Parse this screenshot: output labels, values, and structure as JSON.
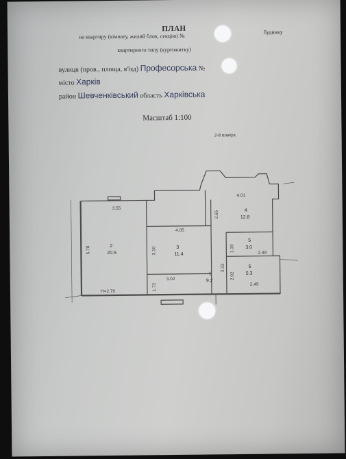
{
  "header": {
    "title": "ПЛАН",
    "line1_left": "на квартиру (кімнату, жилий блок, секцію) №",
    "line1_right": "будинку",
    "line2": "квартирного типу (куртожитку)",
    "street_label": "вулиця (пров., площа, в'їзд)",
    "street_value": "Професорська",
    "street_no": "№",
    "city_label": "місто",
    "city_value": "Харків",
    "district_label": "район",
    "district_value": "Шевченківський",
    "region_label": "область",
    "region_value": "Харківська"
  },
  "scale": "Масштаб 1:100",
  "floors": "2-8 поверх",
  "plan": {
    "height_note": "H=2.70",
    "rooms": [
      {
        "no": "1",
        "area": "9.2"
      },
      {
        "no": "2",
        "area": "20.5"
      },
      {
        "no": "3",
        "area": "11.4"
      },
      {
        "no": "4",
        "area": "12.8"
      },
      {
        "no": "5",
        "area": "3.0"
      },
      {
        "no": "6",
        "area": "5.3"
      }
    ],
    "dimensions": [
      "3.55",
      "4.05",
      "4.01",
      "5.78",
      "3.10",
      "2.65",
      "1.19",
      "2.49",
      "3.33",
      "2.02",
      "2.49",
      "3.02",
      "1.72"
    ]
  }
}
